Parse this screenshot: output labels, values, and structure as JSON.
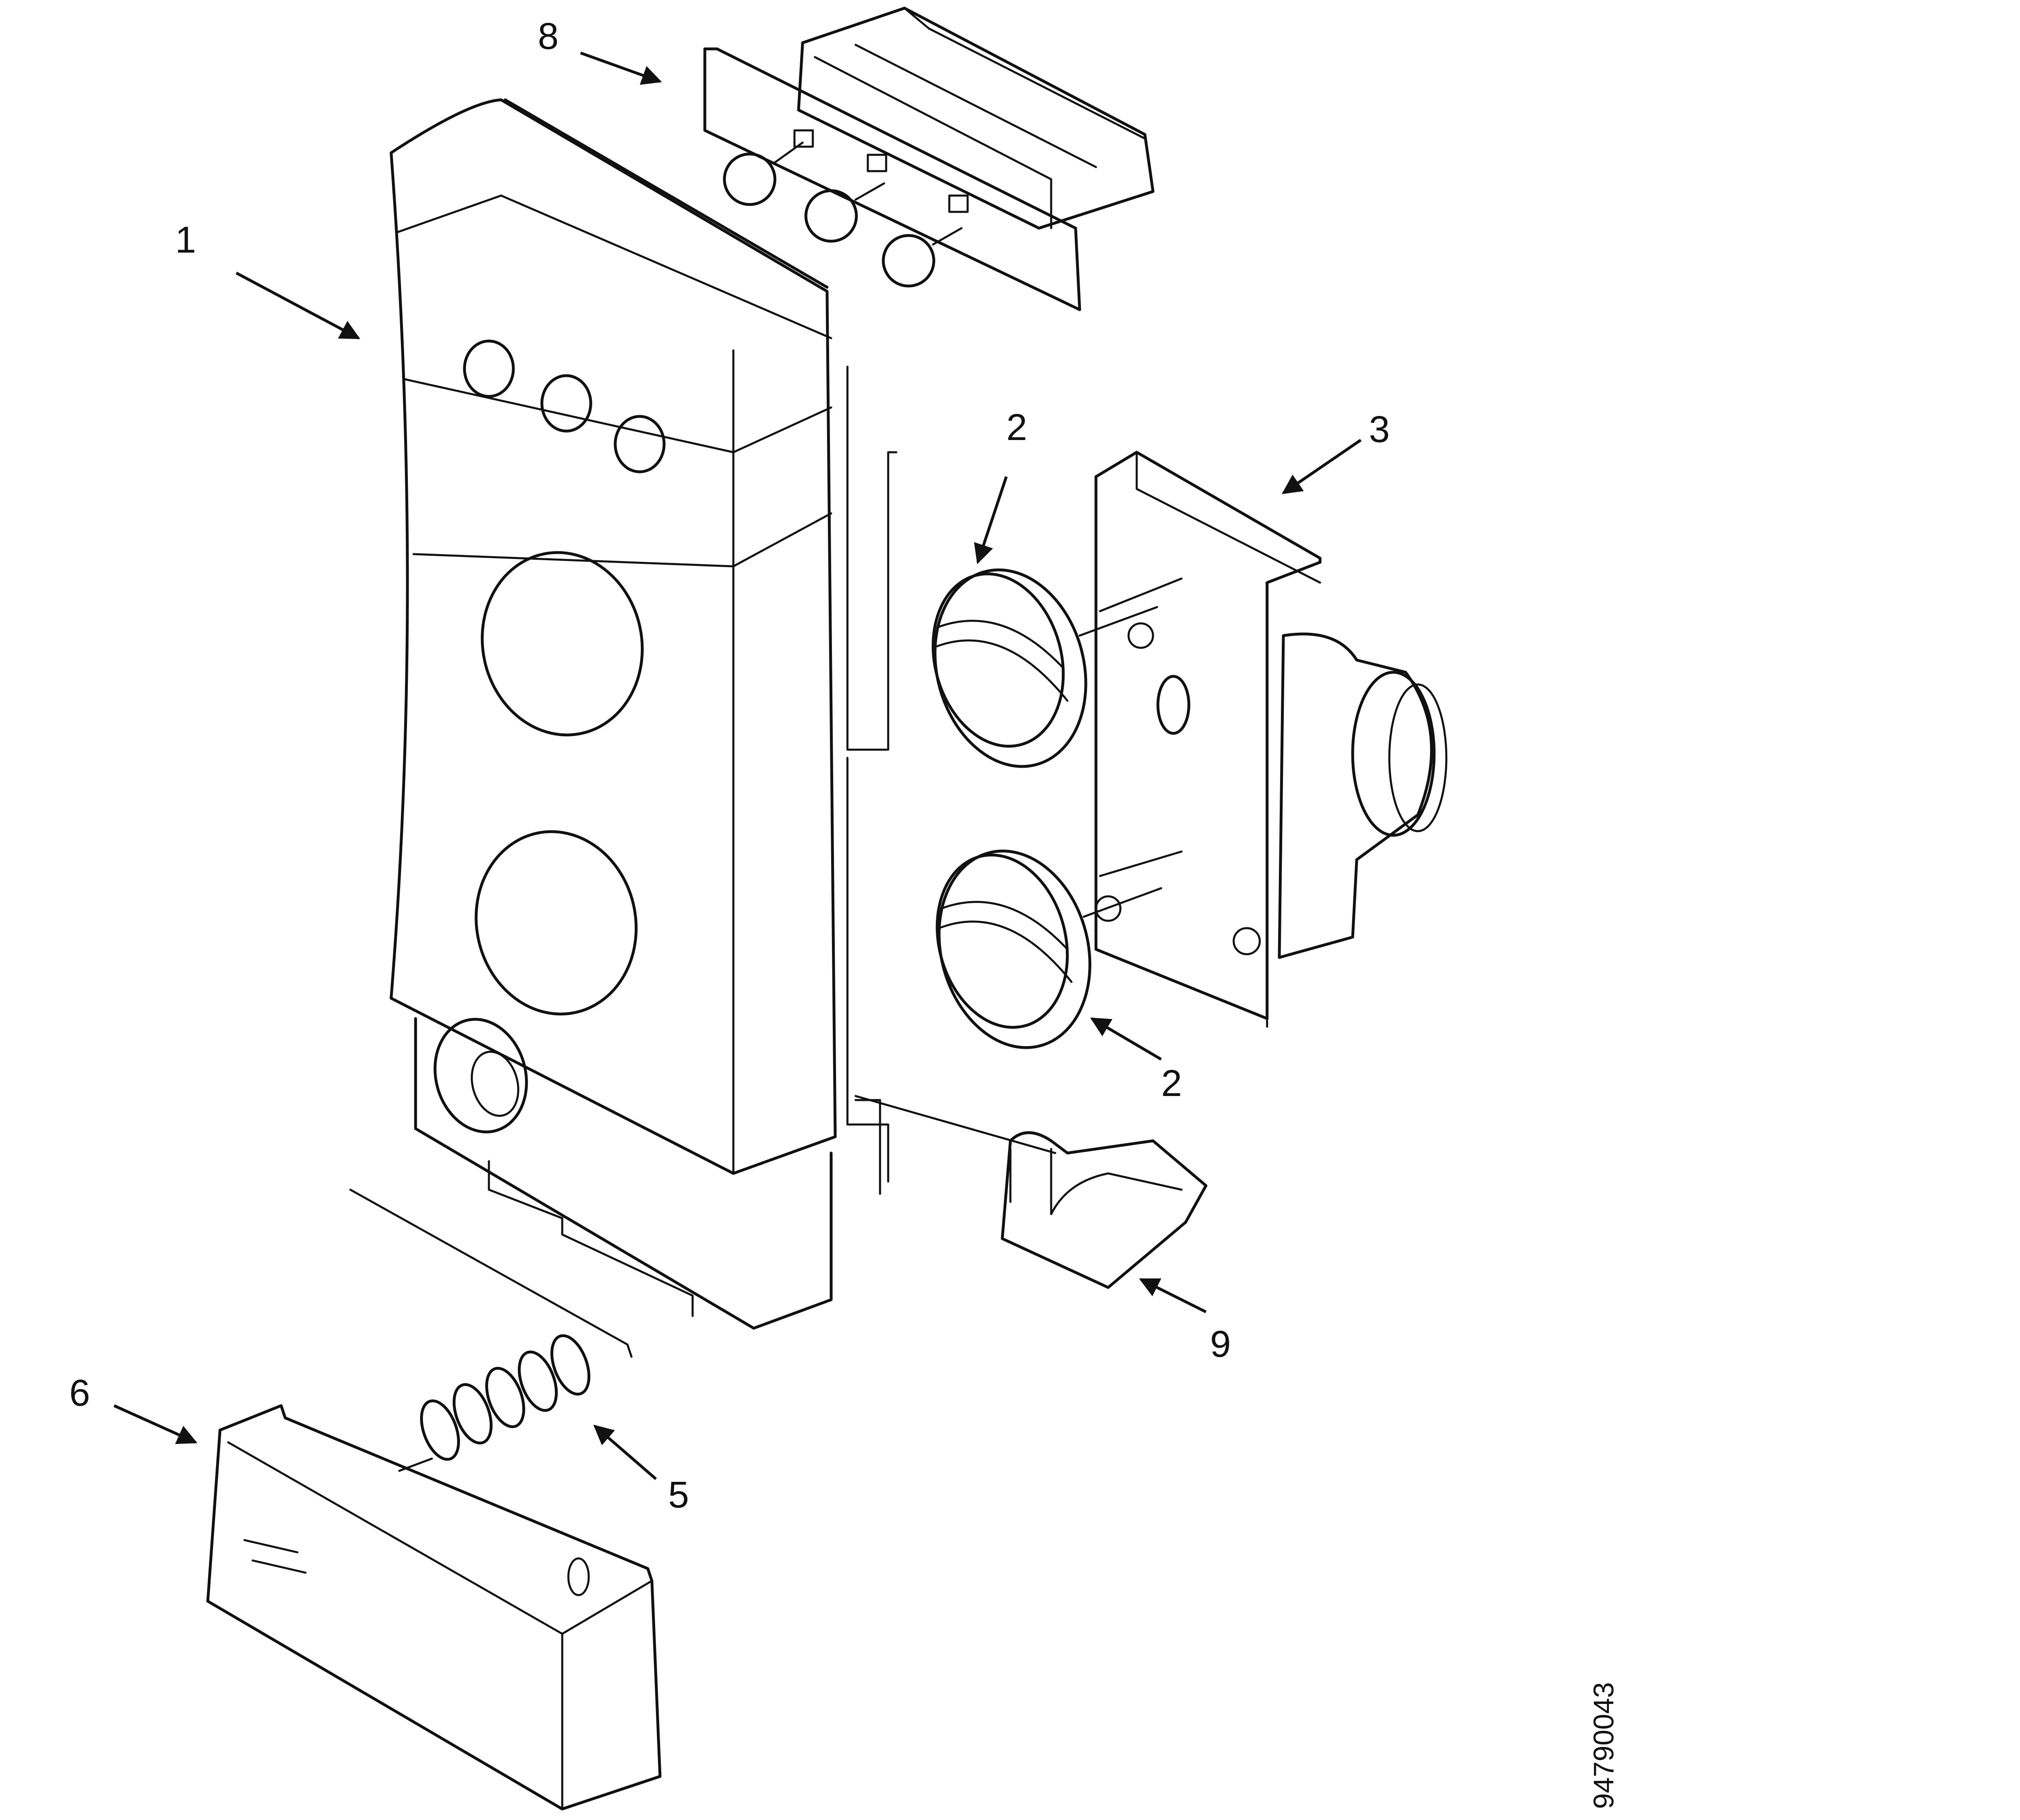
{
  "labels": {
    "part1": "1",
    "part2_upper": "2",
    "part2_lower": "2",
    "part3": "3",
    "part5": "5",
    "part6": "6",
    "part8": "8",
    "part9": "9"
  },
  "figure_code": "94790043"
}
